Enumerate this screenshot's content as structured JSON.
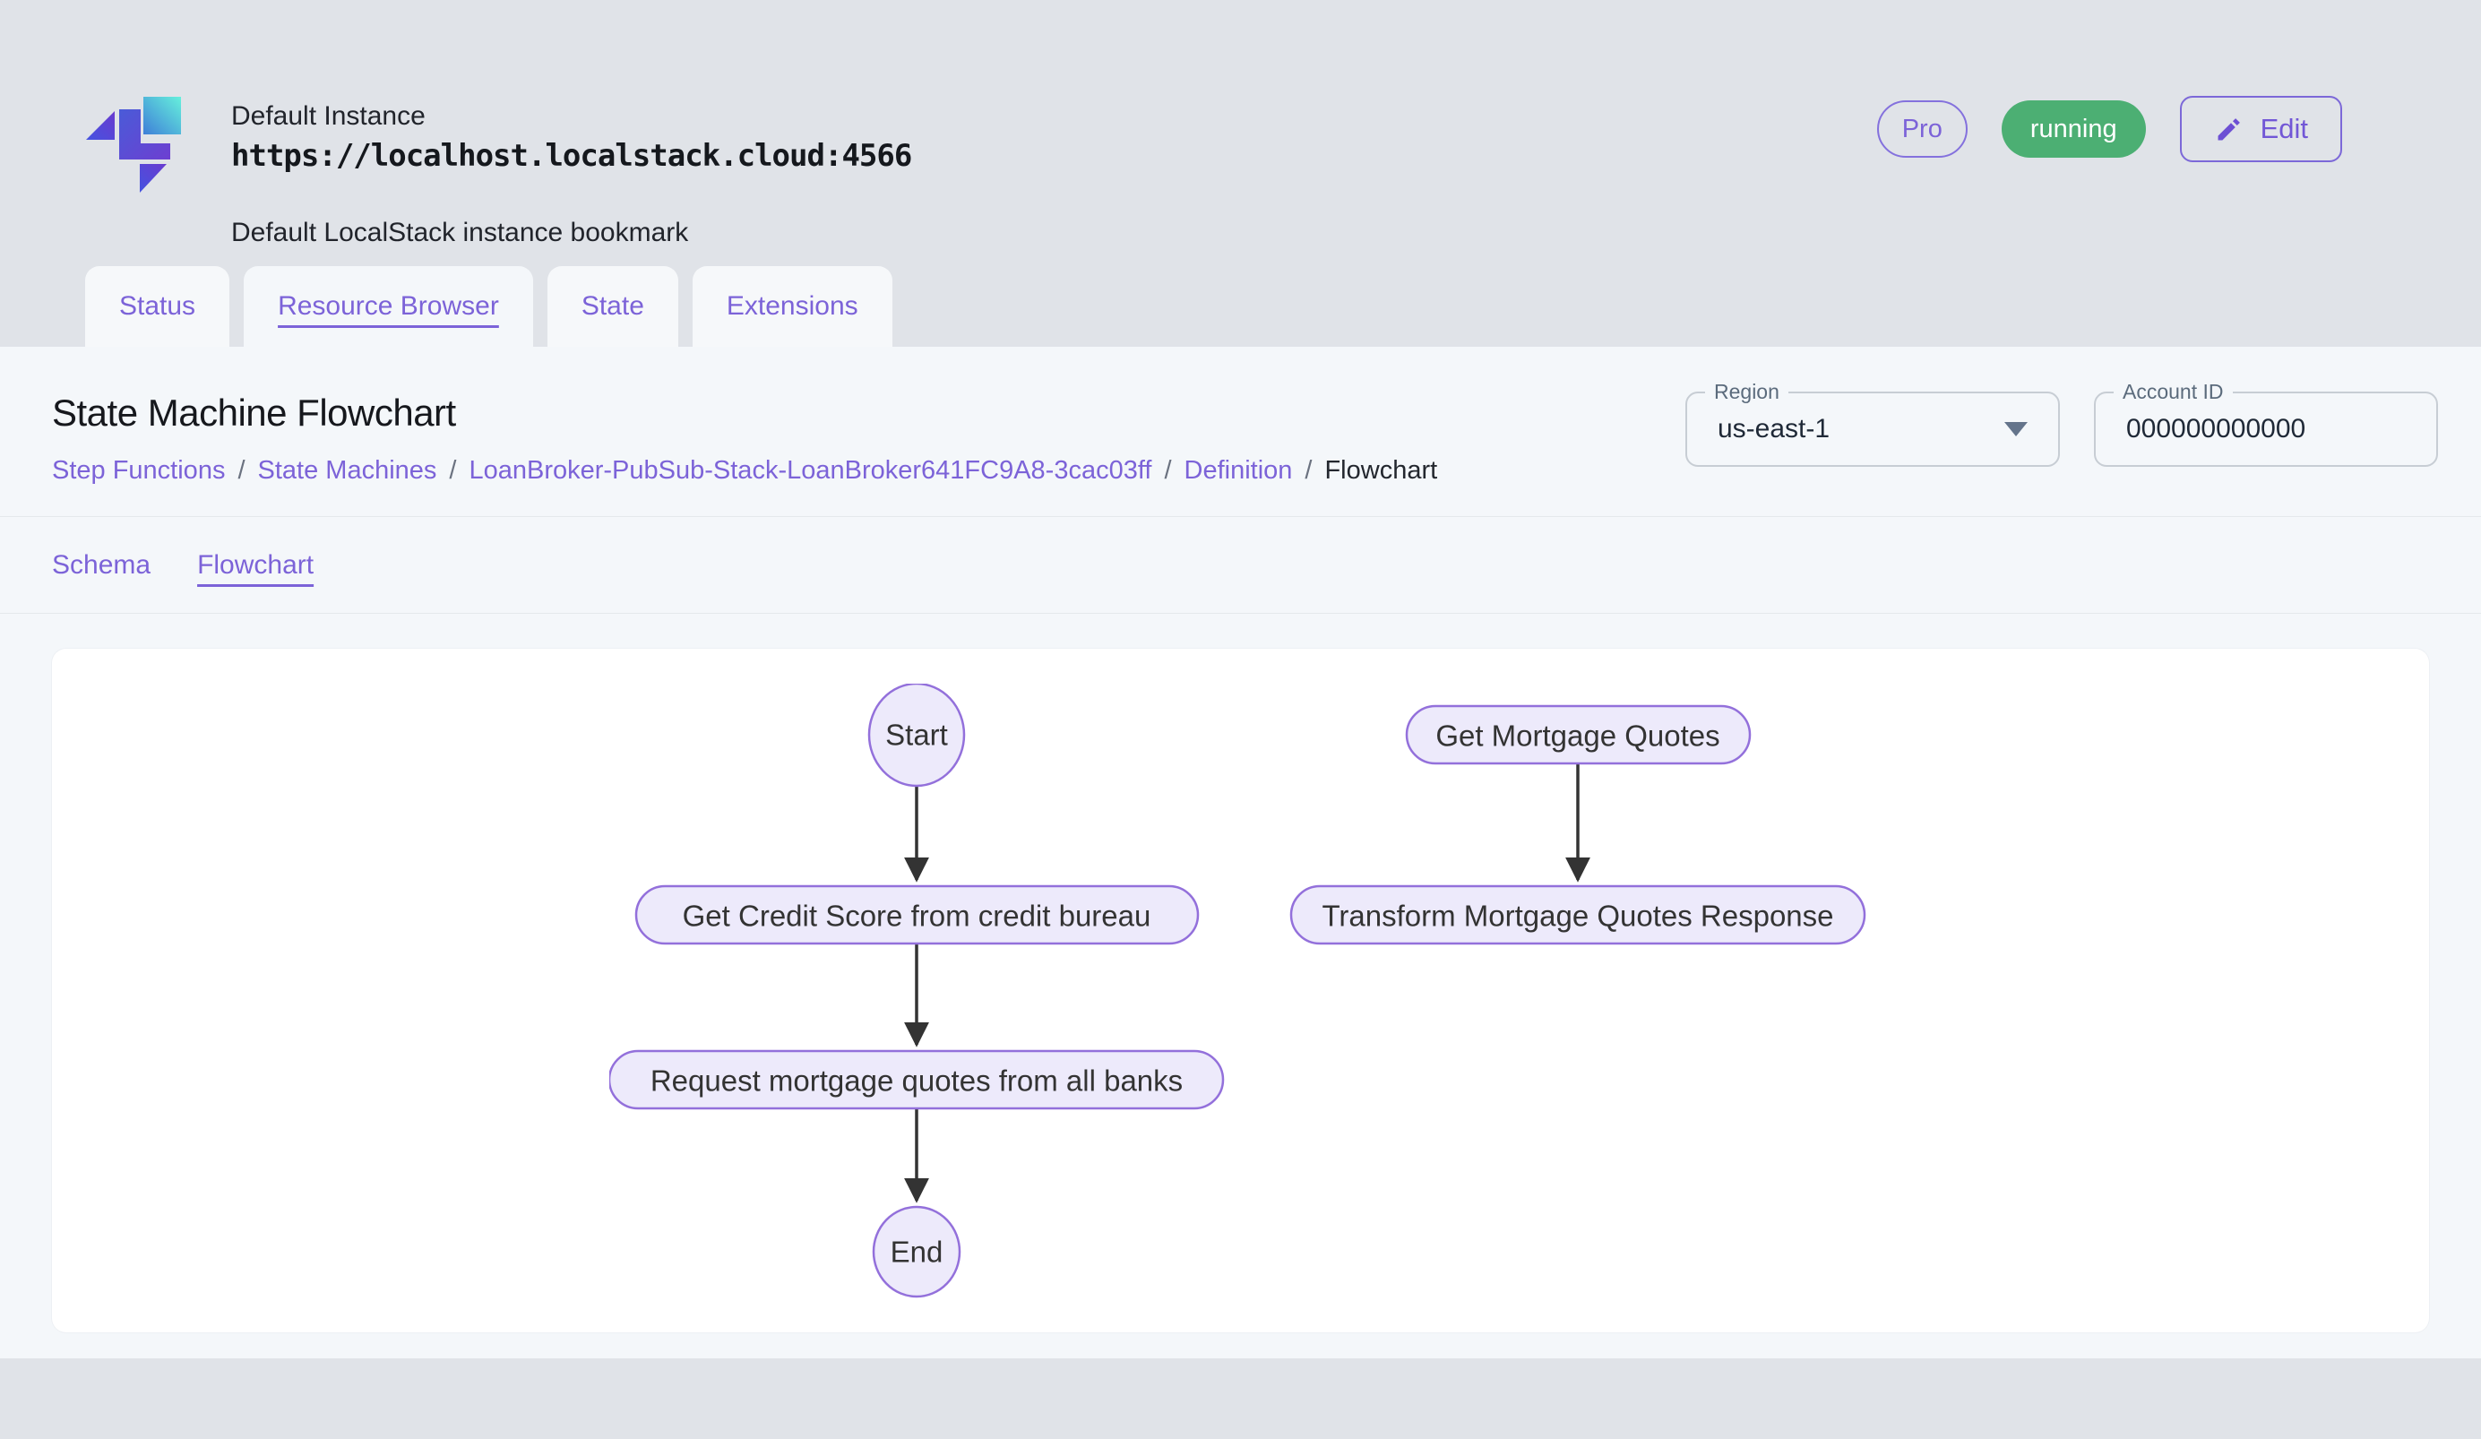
{
  "header": {
    "instance_label": "Default Instance",
    "instance_url": "https://localhost.localstack.cloud:4566",
    "instance_description": "Default LocalStack instance bookmark",
    "pro_badge": "Pro",
    "status_badge": "running",
    "edit_button": "Edit"
  },
  "tabs": [
    "Status",
    "Resource Browser",
    "State",
    "Extensions"
  ],
  "active_tab": "Resource Browser",
  "page": {
    "title": "State Machine Flowchart",
    "breadcrumb_separator": "/",
    "crumbs": [
      "Step Functions",
      "State Machines",
      "LoanBroker-PubSub-Stack-LoanBroker641FC9A8-3cac03ff",
      "Definition",
      "Flowchart"
    ],
    "region_field": {
      "label": "Region",
      "value": "us-east-1"
    },
    "account_field": {
      "label": "Account ID",
      "value": "000000000000"
    },
    "subtabs": [
      "Schema",
      "Flowchart"
    ],
    "active_subtab": "Flowchart"
  },
  "flowchart": {
    "nodes": {
      "start": {
        "label": "Start",
        "shape": "ellipse"
      },
      "get_credit_score": {
        "label": "Get Credit Score from credit bureau",
        "shape": "stadium"
      },
      "request_quotes": {
        "label": "Request mortgage quotes from all banks",
        "shape": "stadium"
      },
      "end": {
        "label": "End",
        "shape": "ellipse"
      },
      "get_mortgage_quotes": {
        "label": "Get Mortgage Quotes",
        "shape": "stadium"
      },
      "transform_response": {
        "label": "Transform Mortgage Quotes Response",
        "shape": "stadium"
      }
    },
    "edges": [
      [
        "start",
        "get_credit_score"
      ],
      [
        "get_credit_score",
        "request_quotes"
      ],
      [
        "request_quotes",
        "end"
      ],
      [
        "get_mortgage_quotes",
        "transform_response"
      ]
    ]
  },
  "colors": {
    "accent_purple": "#7c63d8",
    "node_fill": "#edeafb",
    "node_stroke": "#9370db",
    "status_green": "#4caf73",
    "header_bg": "#e0e3e8",
    "panel_bg": "#f4f7fa"
  }
}
